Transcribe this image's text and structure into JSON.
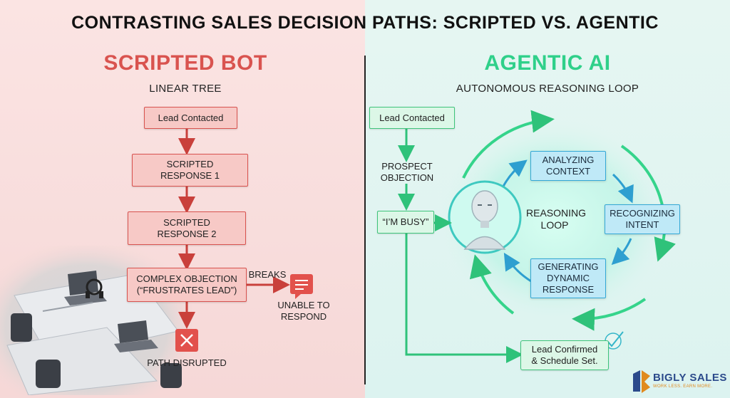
{
  "title": "CONTRASTING SALES DECISION PATHS: SCRIPTED VS. AGENTIC",
  "left": {
    "heading": "SCRIPTED BOT",
    "subheading": "LINEAR TREE",
    "accent_color": "#d9534f",
    "nodes": {
      "lead_contacted": "Lead Contacted",
      "response_1": "SCRIPTED\nRESPONSE 1",
      "response_2": "SCRIPTED\nRESPONSE 2",
      "complex_objection": "COMPLEX OBJECTION\n(“FRUSTRATES LEAD”)"
    },
    "breaks_label": "BREAKS",
    "unable_label": "UNABLE TO\nRESPOND",
    "path_disrupted_label": "PATH DISRUPTED",
    "icons": [
      "chat-bubble-icon",
      "x-mark-icon"
    ]
  },
  "right": {
    "heading": "AGENTIC AI",
    "subheading": "AUTONOMOUS REASONING LOOP",
    "accent_color": "#2fd08a",
    "nodes": {
      "lead_contacted": "Lead Contacted",
      "prospect_objection": "PROSPECT\nOBJECTION",
      "im_busy": "“I’M BUSY”",
      "analyzing": "ANALYZING\nCONTEXT",
      "recognizing": "RECOGNIZING\nINTENT",
      "generating": "GENERATING\nDYNAMIC\nRESPONSE",
      "reasoning_loop": "REASONING\nLOOP",
      "lead_confirmed": "Lead Confirmed\n& Schedule Set."
    },
    "icons": [
      "robot-head-icon",
      "checkmark-icon"
    ]
  },
  "logo": {
    "name": "BIGLY SALES",
    "tagline": "WORK LESS. EARN MORE.",
    "colors": [
      "#2b4a8b",
      "#e08a1e"
    ]
  }
}
